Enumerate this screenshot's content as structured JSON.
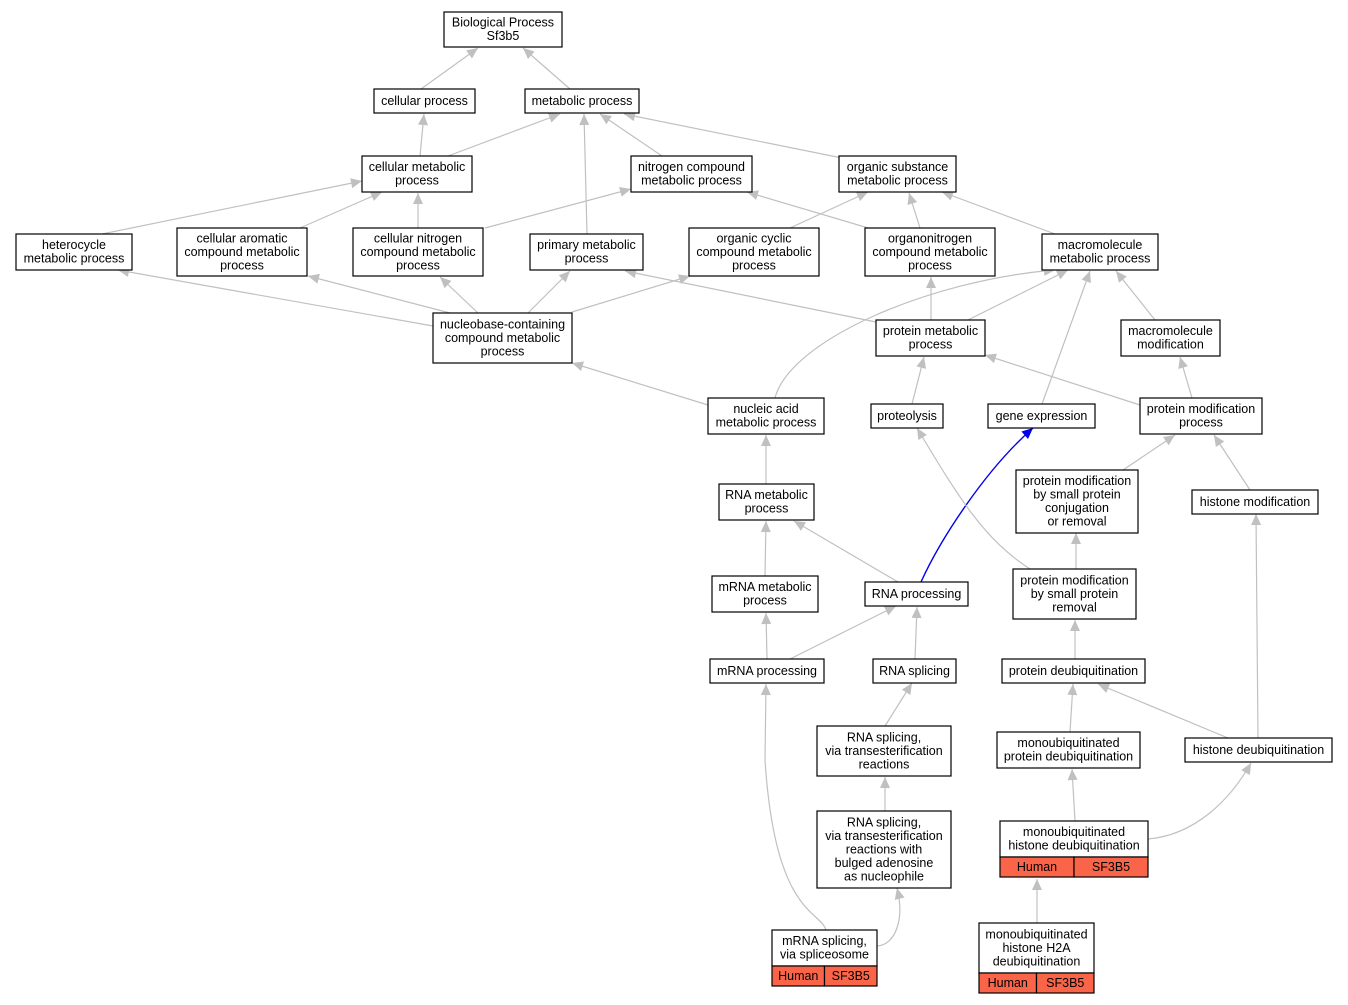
{
  "diagram": {
    "highlight_color": "#0000ee",
    "edge_color": "#c0c0c0",
    "annotation_color": "#fa6448",
    "nodes": [
      {
        "id": "bp",
        "lines": [
          "Biological Process",
          "Sf3b5"
        ]
      },
      {
        "id": "cellular_process",
        "lines": [
          "cellular process"
        ]
      },
      {
        "id": "metabolic_process",
        "lines": [
          "metabolic process"
        ]
      },
      {
        "id": "cellular_metabolic",
        "lines": [
          "cellular metabolic",
          "process"
        ]
      },
      {
        "id": "nitrogen_compound",
        "lines": [
          "nitrogen compound",
          "metabolic process"
        ]
      },
      {
        "id": "organic_substance",
        "lines": [
          "organic substance",
          "metabolic process"
        ]
      },
      {
        "id": "heterocycle",
        "lines": [
          "heterocycle",
          "metabolic process"
        ]
      },
      {
        "id": "cellular_aromatic",
        "lines": [
          "cellular aromatic",
          "compound metabolic",
          "process"
        ]
      },
      {
        "id": "cellular_nitrogen",
        "lines": [
          "cellular nitrogen",
          "compound metabolic",
          "process"
        ]
      },
      {
        "id": "primary_metabolic",
        "lines": [
          "primary metabolic",
          "process"
        ]
      },
      {
        "id": "organic_cyclic",
        "lines": [
          "organic cyclic",
          "compound metabolic",
          "process"
        ]
      },
      {
        "id": "organonitrogen",
        "lines": [
          "organonitrogen",
          "compound metabolic",
          "process"
        ]
      },
      {
        "id": "macromolecule_metabolic",
        "lines": [
          "macromolecule",
          "metabolic process"
        ]
      },
      {
        "id": "nucleobase",
        "lines": [
          "nucleobase-containing",
          "compound metabolic",
          "process"
        ]
      },
      {
        "id": "protein_metabolic",
        "lines": [
          "protein metabolic",
          "process"
        ]
      },
      {
        "id": "macromolecule_modification",
        "lines": [
          "macromolecule",
          "modification"
        ]
      },
      {
        "id": "nucleic_acid",
        "lines": [
          "nucleic acid",
          "metabolic process"
        ]
      },
      {
        "id": "proteolysis",
        "lines": [
          "proteolysis"
        ]
      },
      {
        "id": "gene_expression",
        "lines": [
          "gene expression"
        ]
      },
      {
        "id": "protein_modification",
        "lines": [
          "protein modification",
          "process"
        ]
      },
      {
        "id": "rna_metabolic",
        "lines": [
          "RNA metabolic",
          "process"
        ]
      },
      {
        "id": "pm_small_conj",
        "lines": [
          "protein modification",
          "by small protein",
          "conjugation",
          "or removal"
        ]
      },
      {
        "id": "histone_modification",
        "lines": [
          "histone modification"
        ]
      },
      {
        "id": "mrna_metabolic",
        "lines": [
          "mRNA metabolic",
          "process"
        ]
      },
      {
        "id": "rna_processing",
        "lines": [
          "RNA processing"
        ]
      },
      {
        "id": "pm_small_removal",
        "lines": [
          "protein modification",
          "by small protein",
          "removal"
        ]
      },
      {
        "id": "mrna_processing",
        "lines": [
          "mRNA processing"
        ]
      },
      {
        "id": "rna_splicing",
        "lines": [
          "RNA splicing"
        ]
      },
      {
        "id": "protein_deubiq",
        "lines": [
          "protein deubiquitination"
        ]
      },
      {
        "id": "rna_splicing_trans",
        "lines": [
          "RNA splicing,",
          "via transesterification",
          "reactions"
        ]
      },
      {
        "id": "mono_protein_deubiq",
        "lines": [
          "monoubiquitinated",
          "protein deubiquitination"
        ]
      },
      {
        "id": "histone_deubiq",
        "lines": [
          "histone deubiquitination"
        ]
      },
      {
        "id": "rna_splicing_bulged",
        "lines": [
          "RNA splicing,",
          "via transesterification",
          "reactions with",
          "bulged adenosine",
          "as nucleophile"
        ]
      },
      {
        "id": "mono_histone_deubiq",
        "lines": [
          "monoubiquitinated",
          "histone deubiquitination"
        ],
        "tags": [
          "Human",
          "SF3B5"
        ]
      },
      {
        "id": "mrna_splicing",
        "lines": [
          "mRNA splicing,",
          "via spliceosome"
        ],
        "tags": [
          "Human",
          "SF3B5"
        ]
      },
      {
        "id": "mono_h2a",
        "lines": [
          "monoubiquitinated",
          "histone H2A",
          "deubiquitination"
        ],
        "tags": [
          "Human",
          "SF3B5"
        ]
      }
    ]
  }
}
